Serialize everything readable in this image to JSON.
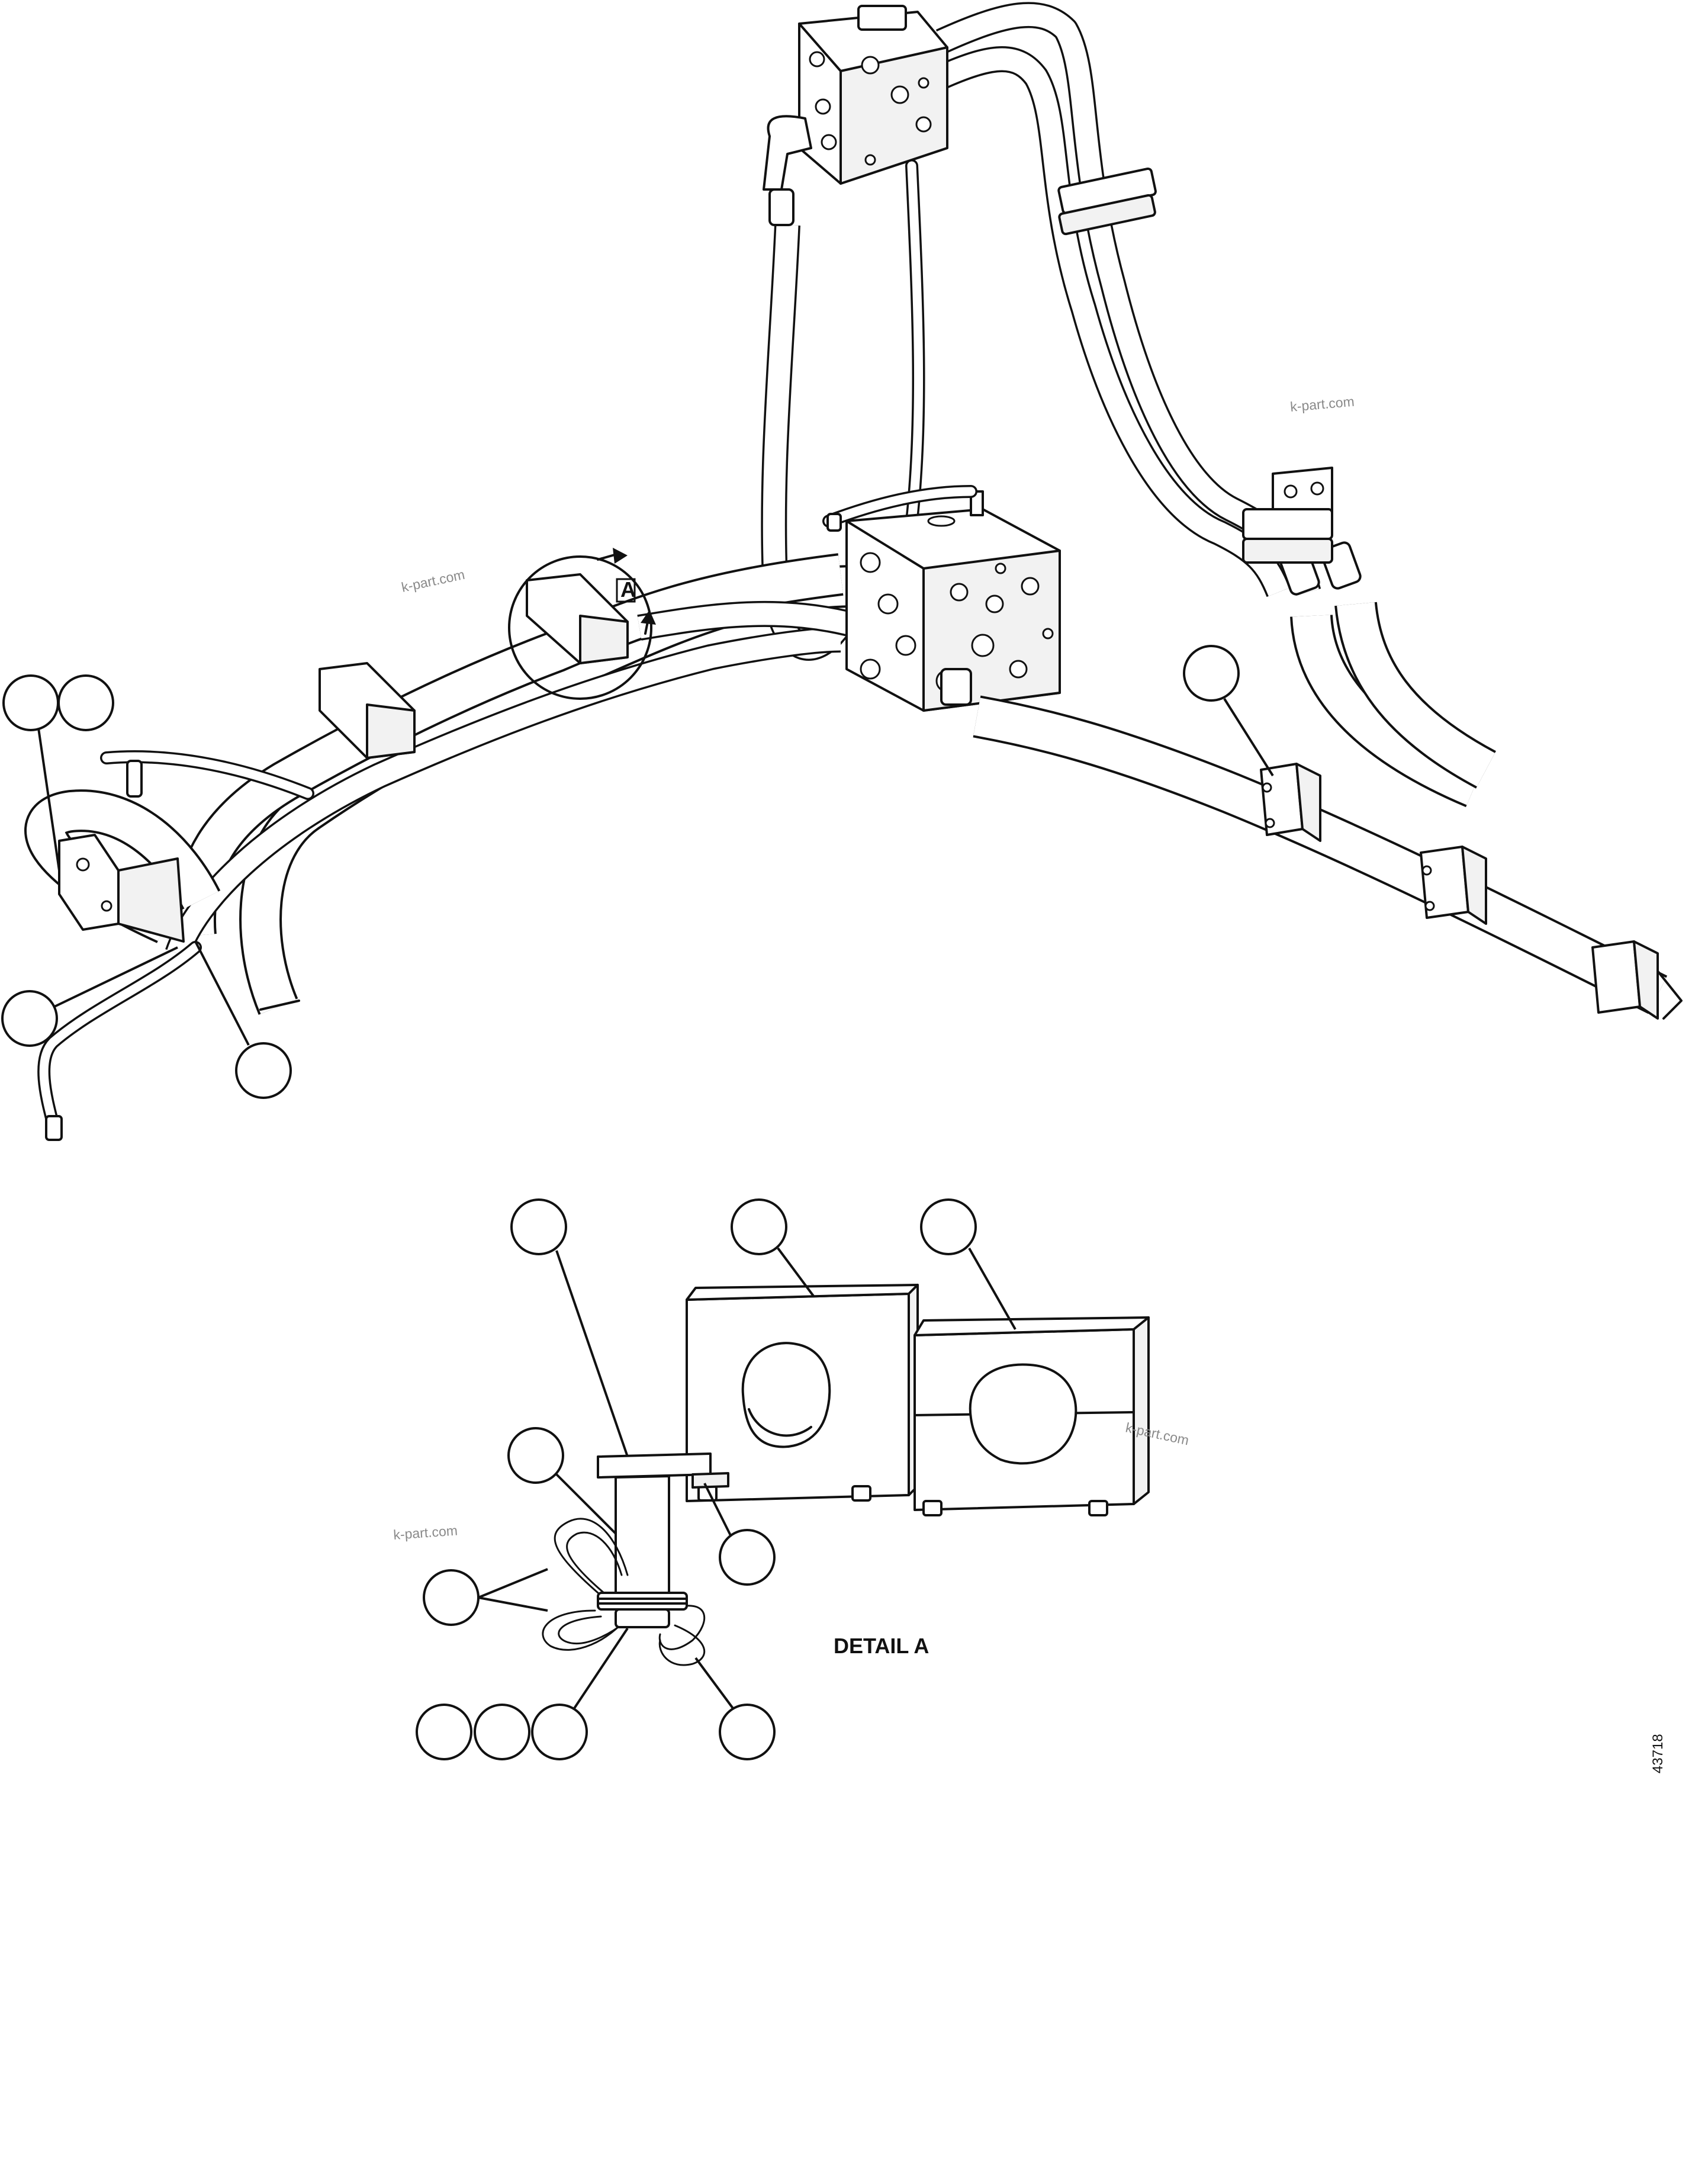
{
  "watermark": "k-part.com",
  "view_label": "A",
  "detail_title": "DETAIL A",
  "figure_number": "43718",
  "callouts": [
    {
      "id": "callout-upper-left-1",
      "text": ""
    },
    {
      "id": "callout-upper-left-2",
      "text": ""
    },
    {
      "id": "callout-left-lower",
      "text": ""
    },
    {
      "id": "callout-left-bottom",
      "text": ""
    },
    {
      "id": "callout-right-clamp",
      "text": ""
    },
    {
      "id": "callout-detail-top-1",
      "text": ""
    },
    {
      "id": "callout-detail-top-2",
      "text": ""
    },
    {
      "id": "callout-detail-top-3",
      "text": ""
    },
    {
      "id": "callout-detail-bolt",
      "text": ""
    },
    {
      "id": "callout-detail-plate",
      "text": ""
    },
    {
      "id": "callout-detail-clip",
      "text": ""
    },
    {
      "id": "callout-detail-bottom-1",
      "text": ""
    },
    {
      "id": "callout-detail-bottom-2",
      "text": ""
    },
    {
      "id": "callout-detail-bottom-3",
      "text": ""
    },
    {
      "id": "callout-detail-bottom-4",
      "text": ""
    }
  ]
}
